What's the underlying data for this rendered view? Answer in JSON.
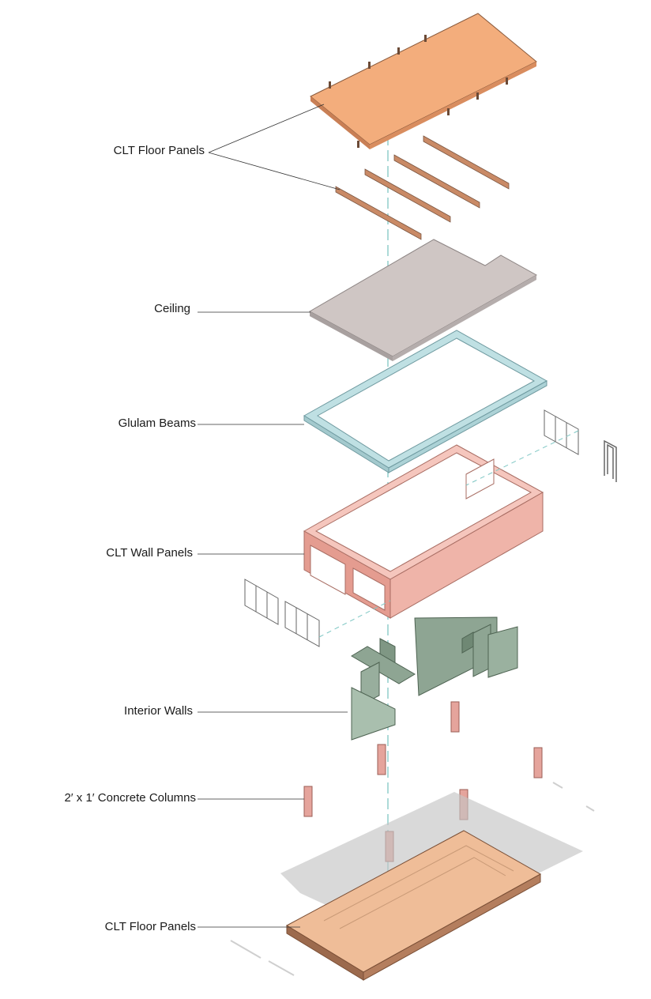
{
  "labels": {
    "floor_top": "CLT Floor Panels",
    "ceiling": "Ceiling",
    "glulam": "Glulam Beams",
    "wall_panels": "CLT Wall Panels",
    "interior": "Interior Walls",
    "columns": "2′ x 1′ Concrete Columns",
    "floor_bottom": "CLT Floor Panels"
  },
  "colors": {
    "clt_floor": "#f3ad7c",
    "joist": "#c98a66",
    "ceiling": "#c9bfbd",
    "glulam": "#bfe0e3",
    "clt_wall": "#eeb0a4",
    "interior_wall": "#97ac9b",
    "column": "#e5a49c",
    "base_floor": "#efbd98",
    "shadow": "#c4c4c4",
    "axis": "#7fc7c4",
    "leader": "#333333"
  }
}
